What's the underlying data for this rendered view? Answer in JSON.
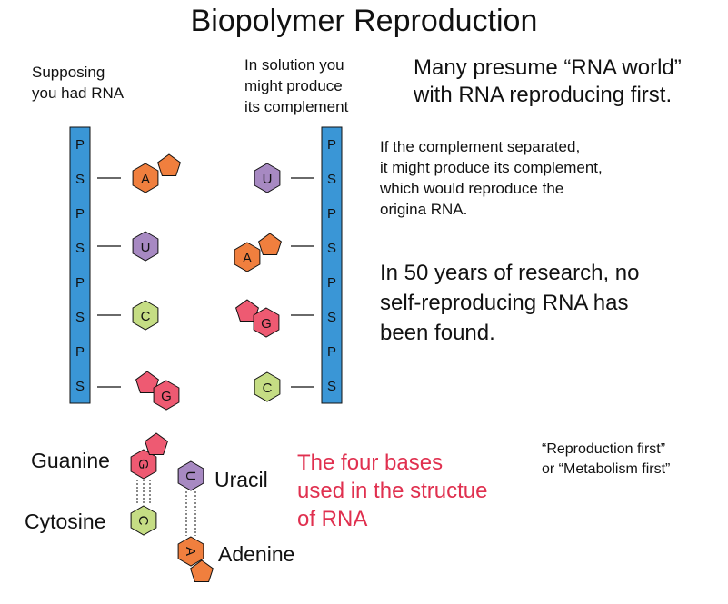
{
  "title": "Biopolymer Reproduction",
  "left_caption": "Supposing\nyou had RNA",
  "middle_caption": "In solution you\nmight produce\nits complement",
  "rna_world_note": "Many  presume “RNA world”\nwith RNA reproducing first.",
  "complement_note": "If the complement separated,\nit might produce its complement,\nwhich would reproduce the\norigina RNA.",
  "research_note": "In 50 years of research, no\nself-reproducing RNA has\nbeen  found.",
  "bases_note": "The four bases\nused in the structue\nof RNA",
  "first_note": "“Reproduction first”\nor “Metabolism first”",
  "backbone_letters": [
    "P",
    "S",
    "P",
    "S",
    "P",
    "S",
    "P",
    "S"
  ],
  "left_strand_bases": [
    "A",
    "U",
    "C",
    "G"
  ],
  "right_strand_bases": [
    "U",
    "A",
    "G",
    "C"
  ],
  "legend": {
    "guanine": "Guanine",
    "cytosine": "Cytosine",
    "uracil": "Uracil",
    "adenine": "Adenine"
  },
  "colors": {
    "backbone": "#3a96d6",
    "adenine": "#f07f3e",
    "uracil": "#a789c2",
    "cytosine": "#c5dd84",
    "guanine": "#ee5a72",
    "red_text": "#e0304f"
  }
}
